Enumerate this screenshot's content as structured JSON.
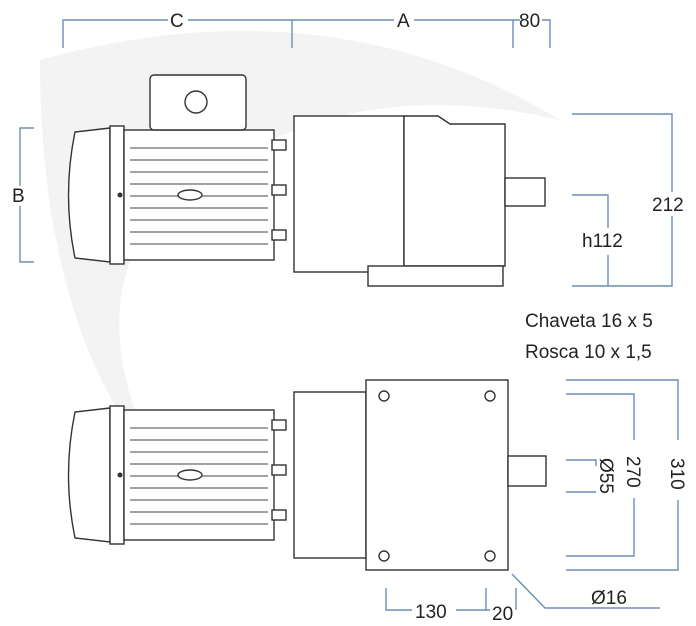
{
  "top_view": {
    "dim_c": "C",
    "dim_a": "A",
    "dim_80": "80",
    "dim_b": "B",
    "dim_212": "212",
    "dim_h112": "h112"
  },
  "notes": {
    "chaveta": "Chaveta 16 x 5",
    "rosca": "Rosca 10 x 1,5"
  },
  "bottom_view": {
    "dim_310": "310",
    "dim_270": "270",
    "dim_55": "Ø55",
    "dim_16": "Ø16",
    "dim_130": "130",
    "dim_20": "20"
  },
  "colors": {
    "dimension_line": "#6b8fb8",
    "outline": "#333333"
  }
}
